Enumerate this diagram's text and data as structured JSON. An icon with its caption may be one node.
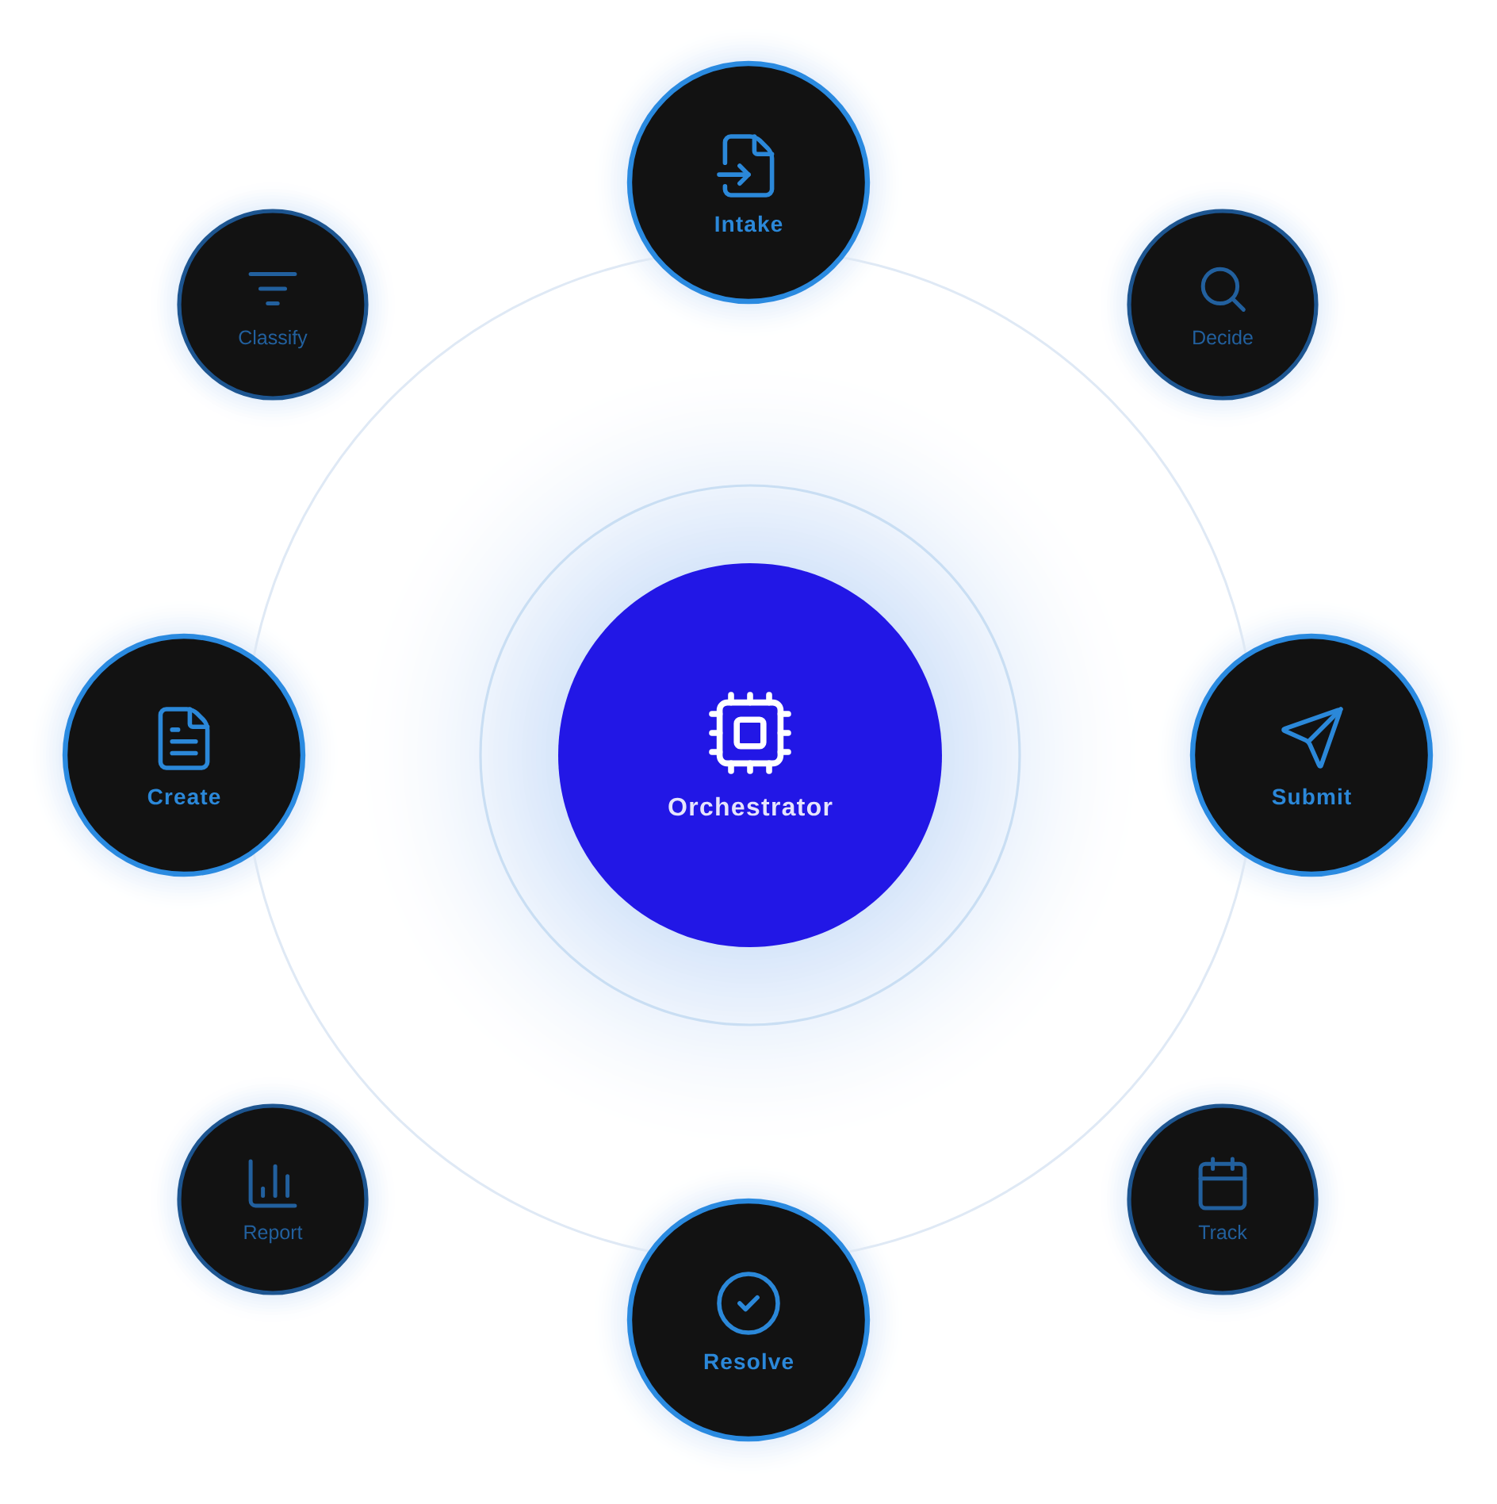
{
  "diagram": {
    "nodes": [
      {
        "text": [
          "Intake"
        ]
      },
      {
        "text": [
          "Classify"
        ]
      },
      {
        "text": [
          "Decide"
        ]
      },
      {
        "text": [
          "Create"
        ]
      },
      {
        "text": [
          "Orchestrator"
        ]
      },
      {
        "text": [
          "Submit"
        ]
      },
      {
        "text": [
          "Report"
        ]
      },
      {
        "text": [
          "Track"
        ]
      },
      {
        "text": [
          "Resolve"
        ]
      }
    ]
  }
}
